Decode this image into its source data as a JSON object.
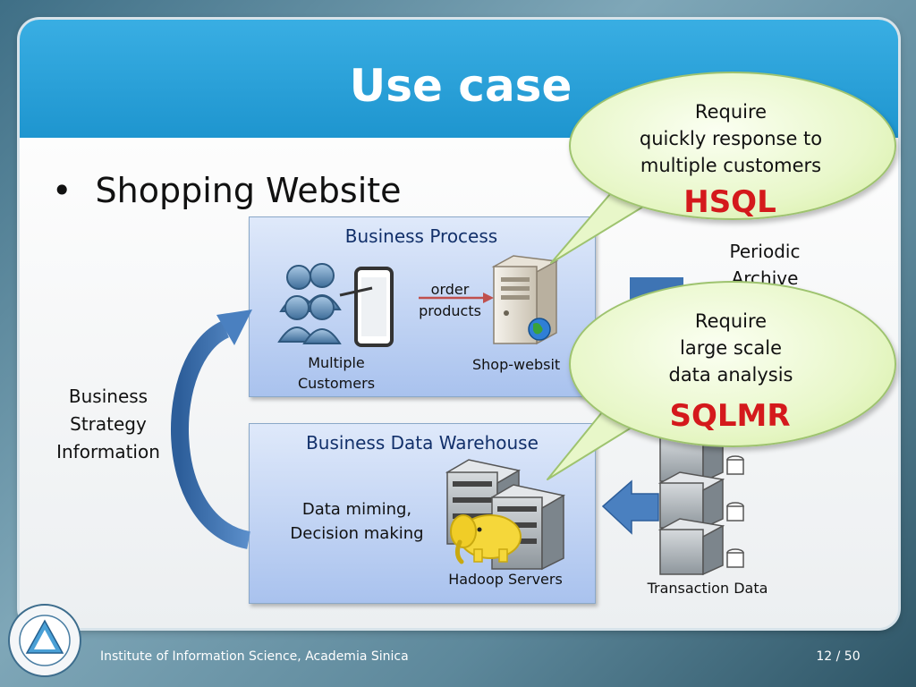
{
  "slide": {
    "title": "Use case",
    "bullet_symbol": "•",
    "bullet_text": "Shopping Website"
  },
  "process_box": {
    "title": "Business Process",
    "customers_line1": "Multiple",
    "customers_line2": "Customers",
    "order_line1": "order",
    "order_line2": "products",
    "shop_label": "Shop-websit"
  },
  "warehouse_box": {
    "title": "Business Data Warehouse",
    "mining_line1": "Data miming,",
    "mining_line2": "Decision making",
    "hadoop_label": "Hadoop Servers"
  },
  "strategy": {
    "line1": "Business",
    "line2": "Strategy",
    "line3": "Information"
  },
  "transaction_label": "Transaction Data",
  "archive": {
    "line1": "Periodic",
    "line2": "Archive"
  },
  "bubble_hsql": {
    "line1": "Require",
    "line2": "quickly response to",
    "line3": "multiple customers",
    "keyword": "HSQL"
  },
  "bubble_sqlmr": {
    "line1": "Require",
    "line2": "large scale",
    "line3": "data analysis",
    "keyword": "SQLMR"
  },
  "footer": {
    "institute": "Institute of Information Science, Academia Sinica",
    "page_number": "12 / 50"
  },
  "colors": {
    "header_blue": "#1e95cf",
    "keyword_red": "#d4191c",
    "arrow_blue": "#3e74b4",
    "bubble_green": "#e8f7c9"
  }
}
